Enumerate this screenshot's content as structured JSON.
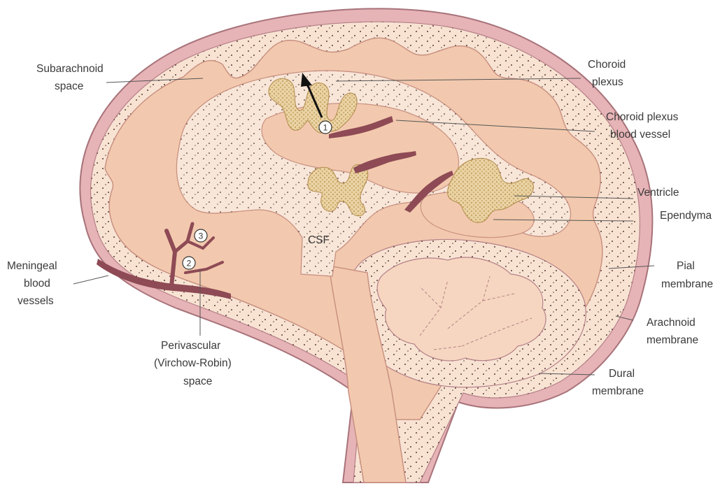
{
  "labels": {
    "subarachnoid": [
      "Subarachnoid",
      "space"
    ],
    "choroid_plexus": [
      "Choroid",
      "plexus"
    ],
    "choroid_vessel": [
      "Choroid plexus",
      "blood vessel"
    ],
    "ventricle": "Ventricle",
    "ependyma": "Ependyma",
    "pial": [
      "Pial",
      "membrane"
    ],
    "arachnoid": [
      "Arachnoid",
      "membrane"
    ],
    "dural": [
      "Dural",
      "membrane"
    ],
    "meningeal": [
      "Meningeal",
      "blood",
      "vessels"
    ],
    "perivascular": [
      "Perivascular",
      "(Virchow-Robin)",
      "space"
    ],
    "csf": "CSF"
  },
  "markers": {
    "m1": "1",
    "m2": "2",
    "m3": "3"
  },
  "colors": {
    "dura": "#e6b3b6",
    "outline": "#a8737a",
    "subarachnoid": "#f8e3d3",
    "brain": "#f2c9ae",
    "ventricle": "#f8e6d8",
    "plexus": "#e9cfa0",
    "vessel": "#8e4a55"
  }
}
